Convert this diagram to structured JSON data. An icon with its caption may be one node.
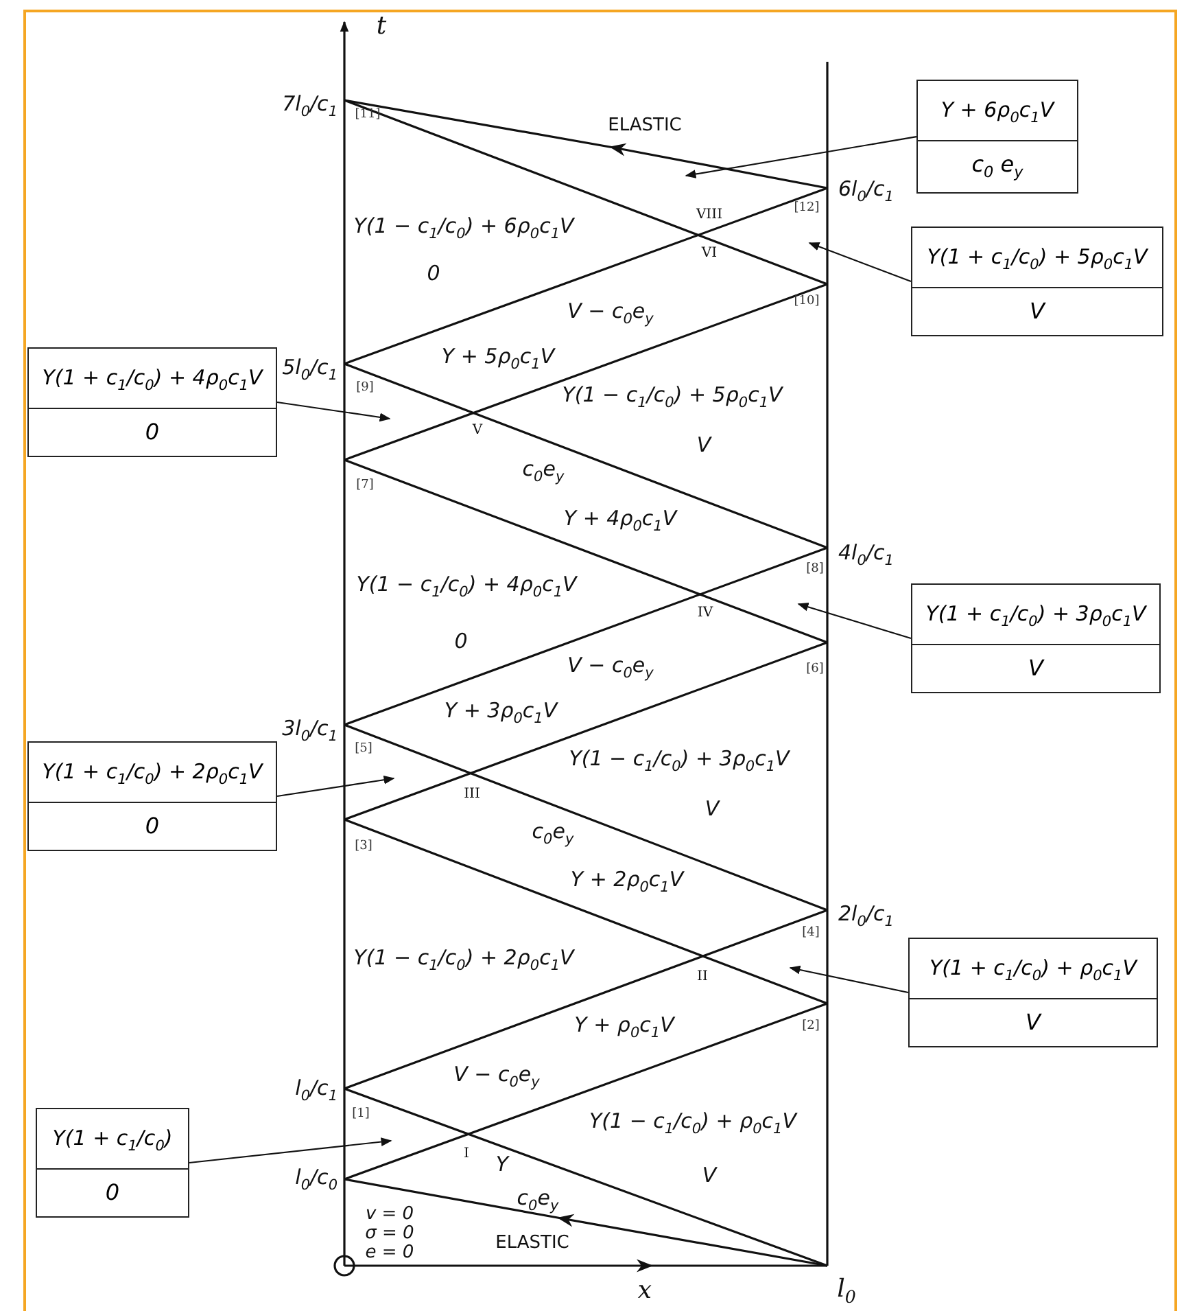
{
  "diagram": {
    "nodes": [
      {
        "text": [
          "Y + 6ρ$_{0}$c$_{1}$V",
          "c$_{0}$ e$_{y}$"
        ]
      },
      {
        "text": [
          "Y(1 + c$_{1}$/c$_{0}$) + 5ρ$_{0}$c$_{1}$V",
          "V"
        ]
      },
      {
        "text": [
          "Y(1 + c$_{1}$/c$_{0}$) + 4ρ$_{0}$c$_{1}$V",
          "0"
        ]
      },
      {
        "text": [
          "Y(1 + c$_{1}$/c$_{0}$) + 3ρ$_{0}$c$_{1}$V",
          "V"
        ]
      },
      {
        "text": [
          "Y(1 + c$_{1}$/c$_{0}$) + 2ρ$_{0}$c$_{1}$V",
          "0"
        ]
      },
      {
        "text": [
          "Y(1 + c$_{1}$/c$_{0}$) + ρ$_{0}$c$_{1}$V",
          "V"
        ]
      },
      {
        "text": [
          "Y(1 + c$_{1}$/c$_{0}$)",
          "0"
        ]
      }
    ],
    "edges": [
      {
        "from": 0,
        "to": null,
        "arrow": "to"
      },
      {
        "from": 1,
        "to": null,
        "arrow": "to"
      },
      {
        "from": 2,
        "to": null,
        "arrow": "to"
      },
      {
        "from": 3,
        "to": null,
        "arrow": "to"
      },
      {
        "from": 4,
        "to": null,
        "arrow": "to"
      },
      {
        "from": 5,
        "to": null,
        "arrow": "to"
      },
      {
        "from": 6,
        "to": null,
        "arrow": "to"
      }
    ],
    "labels": [
      "t",
      "7l$_{0}$/c$_{1}$",
      "[11]",
      "ELASTIC",
      "6l$_{0}$/c$_{1}$",
      "[12]",
      "VIII",
      "Y(1 − c$_{1}$/c$_{0}$) + 6ρ$_{0}$c$_{1}$V",
      "VI",
      "0",
      "[10]",
      "V − c$_{0}$e$_{y}$",
      "Y + 5ρ$_{0}$c$_{1}$V",
      "5l$_{0}$/c$_{1}$",
      "[9]",
      "Y(1 − c$_{1}$/c$_{0}$) + 5ρ$_{0}$c$_{1}$V",
      "V",
      "V",
      "[7]",
      "c$_{0}$e$_{y}$",
      "Y + 4ρ$_{0}$c$_{1}$V",
      "4l$_{0}$/c$_{1}$",
      "[8]",
      "Y(1 − c$_{1}$/c$_{0}$) + 4ρ$_{0}$c$_{1}$V",
      "IV",
      "0",
      "[6]",
      "V − c$_{0}$e$_{y}$",
      "Y + 3ρ$_{0}$c$_{1}$V",
      "3l$_{0}$/c$_{1}$",
      "[5]",
      "Y(1 − c$_{1}$/c$_{0}$) + 3ρ$_{0}$c$_{1}$V",
      "III",
      "V",
      "[3]",
      "c$_{0}$e$_{y}$",
      "Y + 2ρ$_{0}$c$_{1}$V",
      "2l$_{0}$/c$_{1}$",
      "[4]",
      "Y(1 − c$_{1}$/c$_{0}$) + 2ρ$_{0}$c$_{1}$V",
      "II",
      "Y + ρ$_{0}$c$_{1}$V",
      "[2]",
      "V − c$_{0}$e$_{y}$",
      "l$_{0}$/c$_{1}$",
      "[1]",
      "Y(1 − c$_{1}$/c$_{0}$) + ρ$_{0}$c$_{1}$V",
      "I",
      "Y",
      "V",
      "l$_{0}$/c$_{0}$",
      "c$_{0}$e$_{y}$",
      "v = 0",
      "σ = 0",
      "e = 0",
      "ELASTIC",
      "x",
      "l$_{0}$"
    ]
  }
}
